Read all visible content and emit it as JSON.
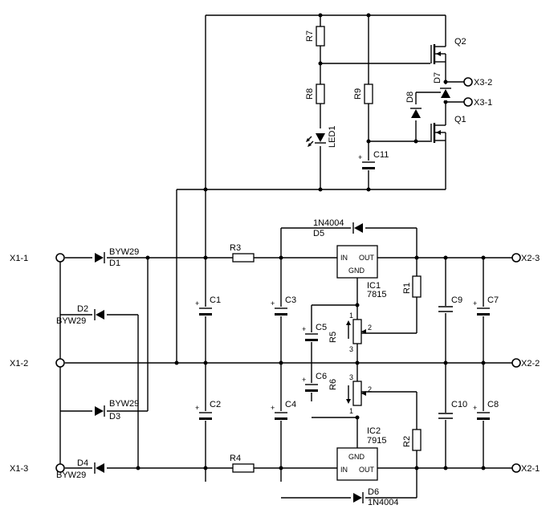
{
  "terminals": {
    "x1_1": "X1-1",
    "x1_2": "X1-2",
    "x1_3": "X1-3",
    "x2_1": "X2-1",
    "x2_2": "X2-2",
    "x2_3": "X2-3",
    "x3_1": "X3-1",
    "x3_2": "X3-2"
  },
  "diodes": {
    "d1": {
      "ref": "D1",
      "type": "BYW29"
    },
    "d2": {
      "ref": "D2",
      "type": "BYW29"
    },
    "d3": {
      "ref": "D3",
      "type": "BYW29"
    },
    "d4": {
      "ref": "D4",
      "type": "BYW29"
    },
    "d5": {
      "ref": "D5",
      "type": "1N4004"
    },
    "d6": {
      "ref": "D6",
      "type": "1N4004"
    },
    "d7": "D7",
    "d8": "D8"
  },
  "capacitors": {
    "c1": "C1",
    "c2": "C2",
    "c3": "C3",
    "c4": "C4",
    "c5": "C5",
    "c6": "C6",
    "c7": "C7",
    "c8": "C8",
    "c9": "C9",
    "c10": "C10",
    "c11": "C11"
  },
  "resistors": {
    "r1": "R1",
    "r2": "R2",
    "r3": "R3",
    "r4": "R4",
    "r5": "R5",
    "r6": "R6",
    "r7": "R7",
    "r8": "R8",
    "r9": "R9"
  },
  "pot_pins": {
    "p1": "1",
    "p2": "2",
    "p3": "3"
  },
  "regulators": {
    "ic1": {
      "ref": "IC1",
      "type": "7815",
      "pin_in": "IN",
      "pin_out": "OUT",
      "pin_gnd": "GND"
    },
    "ic2": {
      "ref": "IC2",
      "type": "7915",
      "pin_in": "IN",
      "pin_out": "OUT",
      "pin_gnd": "GND"
    }
  },
  "transistors": {
    "q1": "Q1",
    "q2": "Q2"
  },
  "led": "LED1",
  "plus_sign": "+"
}
